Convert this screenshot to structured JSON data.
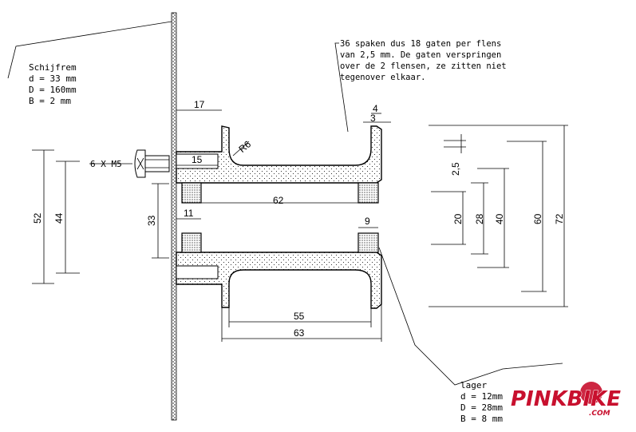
{
  "rotor_label": {
    "title": "Schijfrem",
    "lines": [
      "d = 33 mm",
      "D = 160mm",
      "B = 2 mm"
    ]
  },
  "bolt_label": "6 X M5",
  "spoke_note": [
    "36 spaken dus 18 gaten per flens",
    "van 2,5 mm. De gaten verspringen",
    "over de 2 flensen, ze zitten niet",
    "tegenover elkaar."
  ],
  "bearing_label": {
    "title": "lager",
    "lines": [
      "d = 12mm",
      "D = 28mm",
      "B = 8 mm"
    ]
  },
  "dimensions": {
    "d17": "17",
    "d15": "15",
    "r6": "R6",
    "d4": "4",
    "d3": "3",
    "d62": "62",
    "d11": "11",
    "d9": "9",
    "d55": "55",
    "d63": "63",
    "d52": "52",
    "d44": "44",
    "d33": "33",
    "d2_5": "2,5",
    "d20": "20",
    "d28": "28",
    "d40": "40",
    "d60": "60",
    "d72": "72"
  },
  "watermark": {
    "brand": "PINKBIKE",
    "domain": ".COM"
  }
}
